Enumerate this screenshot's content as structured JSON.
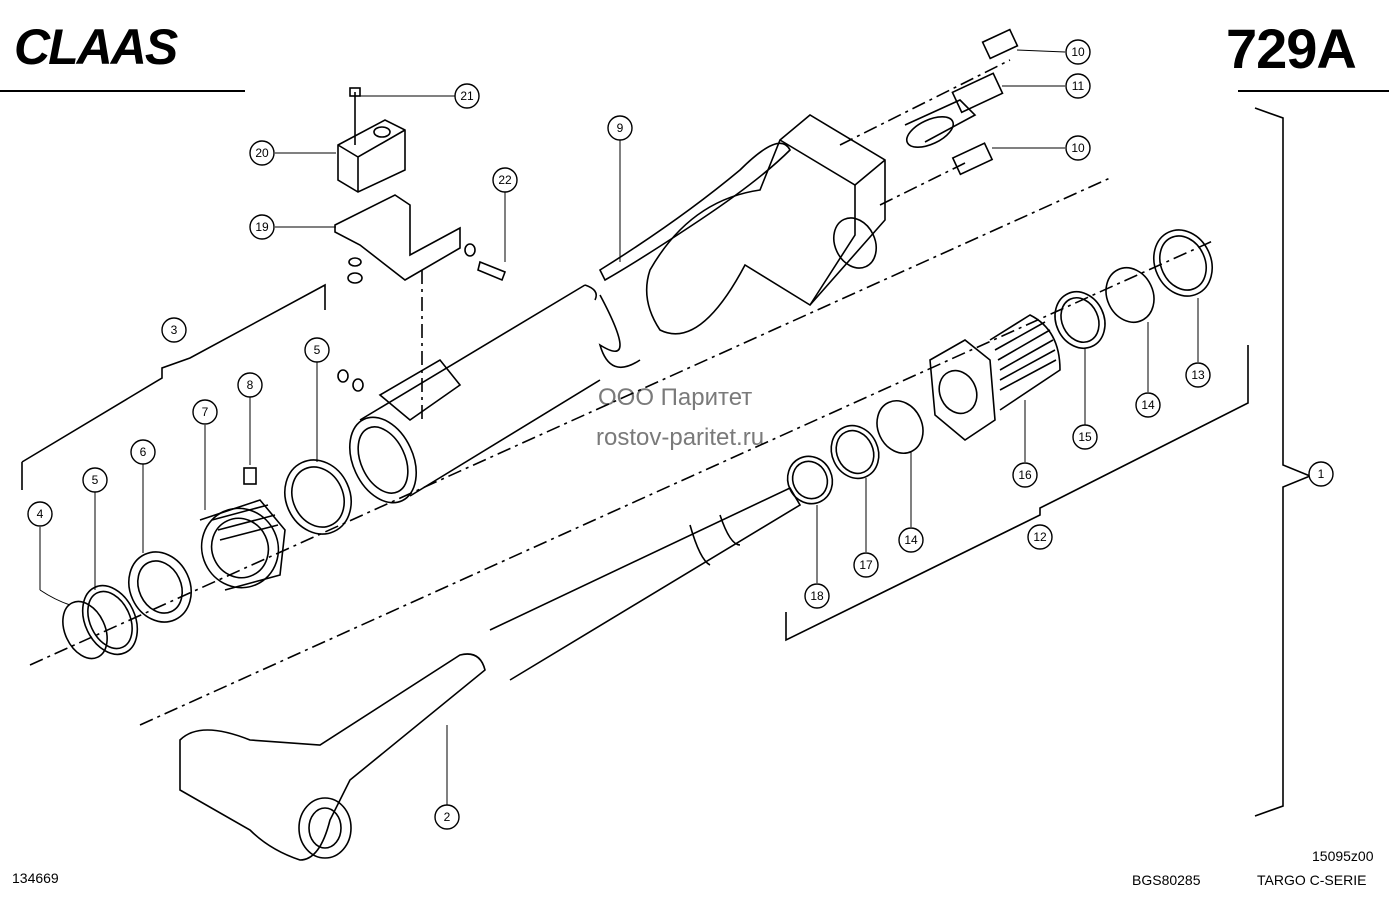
{
  "header": {
    "brand": "CLAAS",
    "sheet_number": "729A"
  },
  "watermark": {
    "company": "ООО Паритет",
    "website": "rostov-paritet.ru"
  },
  "footer": {
    "drawing_id": "134669",
    "code_center": "BGS80285",
    "code_right_top": "15095z00",
    "series": "TARGO C-SERIE"
  },
  "callouts": [
    "1",
    "2",
    "3",
    "4",
    "5",
    "5",
    "6",
    "7",
    "8",
    "9",
    "10",
    "10",
    "11",
    "12",
    "13",
    "14",
    "14",
    "15",
    "16",
    "17",
    "18",
    "19",
    "20",
    "21",
    "22"
  ]
}
